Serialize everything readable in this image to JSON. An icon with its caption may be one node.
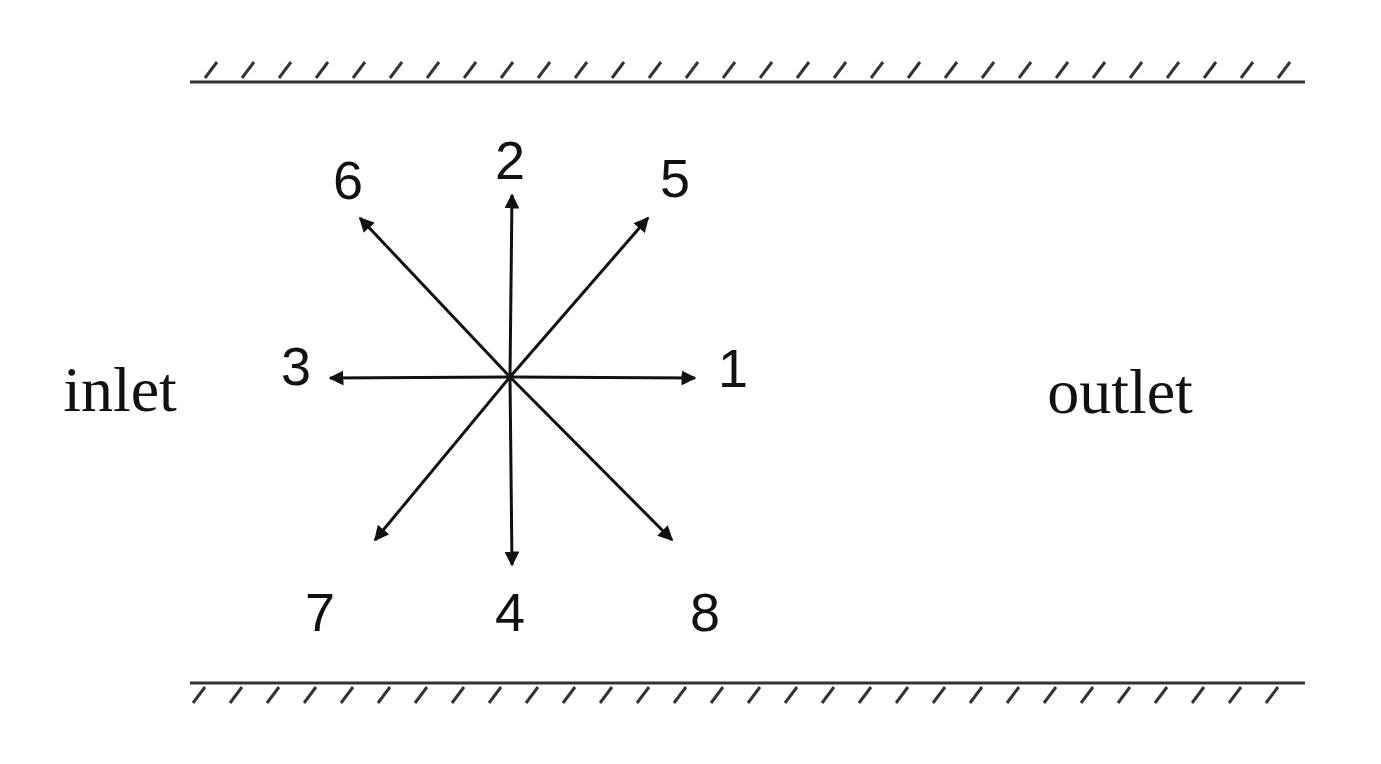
{
  "diagram": {
    "labels": [
      "6",
      "2",
      "5",
      "inlet",
      "3",
      "1",
      "outlet",
      "7",
      "4",
      "8"
    ]
  }
}
